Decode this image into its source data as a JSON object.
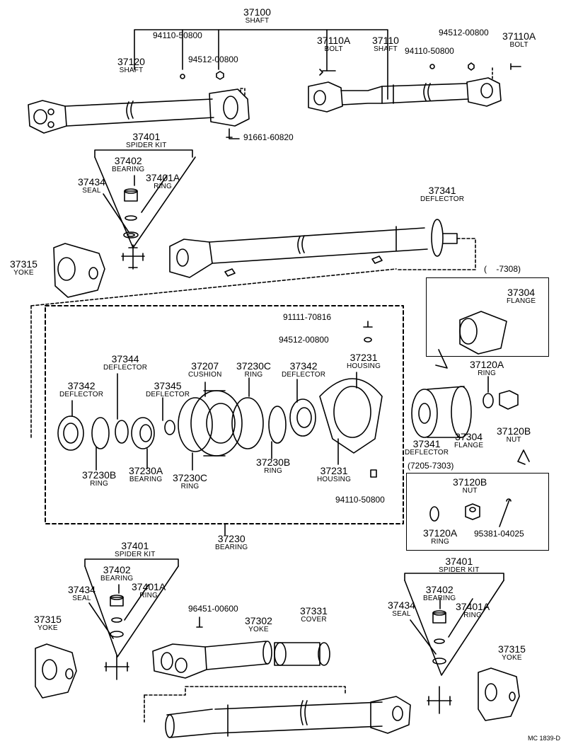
{
  "diagram": {
    "shaft_assy": {
      "num": "37100",
      "name": "SHAFT"
    },
    "p94110a": "94110-50800",
    "p94512a": "94512-00800",
    "p37120": {
      "num": "37120",
      "name": "SHAFT"
    },
    "p37110A_top": {
      "num": "37110A",
      "name": "BOLT"
    },
    "p37110": {
      "num": "37110",
      "name": "SHAFT"
    },
    "p94512b": "94512-00800",
    "p94110b": "94110-50800",
    "p37110A_right": {
      "num": "37110A",
      "name": "BOLT"
    },
    "p91661": "91661-60820",
    "spider1": {
      "num": "37401",
      "name": "SPIDER KIT"
    },
    "bearing1": {
      "num": "37402",
      "name": "BEARING"
    },
    "seal1": {
      "num": "37434",
      "name": "SEAL"
    },
    "ring1": {
      "num": "37401A",
      "name": "RING"
    },
    "yoke1": {
      "num": "37315",
      "name": "YOKE"
    },
    "deflector_top": {
      "num": "37341",
      "name": "DEFLECTOR"
    },
    "range_old": "(    -7308)",
    "flange_top": {
      "num": "37304",
      "name": "FLANGE"
    },
    "p91111": "91111-70816",
    "p94512c": "94512-00800",
    "d37344": {
      "num": "37344",
      "name": "DEFLECTOR"
    },
    "d37207": {
      "num": "37207",
      "name": "CUSHION"
    },
    "d37230C_top": {
      "num": "37230C",
      "name": "RING"
    },
    "d37342_right": {
      "num": "37342",
      "name": "DEFLECTOR"
    },
    "d37231_top": {
      "num": "37231",
      "name": "HOUSING"
    },
    "d37342_left": {
      "num": "37342",
      "name": "DEFLECTOR"
    },
    "d37345": {
      "num": "37345",
      "name": "DEFLECTOR"
    },
    "d37230B_left": {
      "num": "37230B",
      "name": "RING"
    },
    "d37230A": {
      "num": "37230A",
      "name": "BEARING"
    },
    "d37230C_bot": {
      "num": "37230C",
      "name": "RING"
    },
    "d37230B_right": {
      "num": "37230B",
      "name": "RING"
    },
    "d37231_bot": {
      "num": "37231",
      "name": "HOUSING"
    },
    "p94110c": "94110-50800",
    "center_bearing": {
      "num": "37230",
      "name": "BEARING"
    },
    "ring_37120A": {
      "num": "37120A",
      "name": "RING"
    },
    "nut_37120B": {
      "num": "37120B",
      "name": "NUT"
    },
    "deflector_37341b": {
      "num": "37341",
      "name": "DEFLECTOR"
    },
    "flange_37304b": {
      "num": "37304",
      "name": "FLANGE"
    },
    "range_new": "(7205-7303)",
    "box_nut": {
      "num": "37120B",
      "name": "NUT"
    },
    "box_ring": {
      "num": "37120A",
      "name": "RING"
    },
    "box_pin": "95381-04025",
    "spider2": {
      "num": "37401",
      "name": "SPIDER KIT"
    },
    "bearing2": {
      "num": "37402",
      "name": "BEARING"
    },
    "seal2": {
      "num": "37434",
      "name": "SEAL"
    },
    "ring2": {
      "num": "37401A",
      "name": "RING"
    },
    "yoke2": {
      "num": "37315",
      "name": "YOKE"
    },
    "p96451": "96451-00600",
    "yoke_37302": {
      "num": "37302",
      "name": "YOKE"
    },
    "cover": {
      "num": "37331",
      "name": "COVER"
    },
    "spider3": {
      "num": "37401",
      "name": "SPIDER KIT"
    },
    "bearing3": {
      "num": "37402",
      "name": "BEARING"
    },
    "seal3": {
      "num": "37434",
      "name": "SEAL"
    },
    "ring3": {
      "num": "37401A",
      "name": "RING"
    },
    "yoke3": {
      "num": "37315",
      "name": "YOKE"
    },
    "ref_code": "MC 1839-D"
  }
}
